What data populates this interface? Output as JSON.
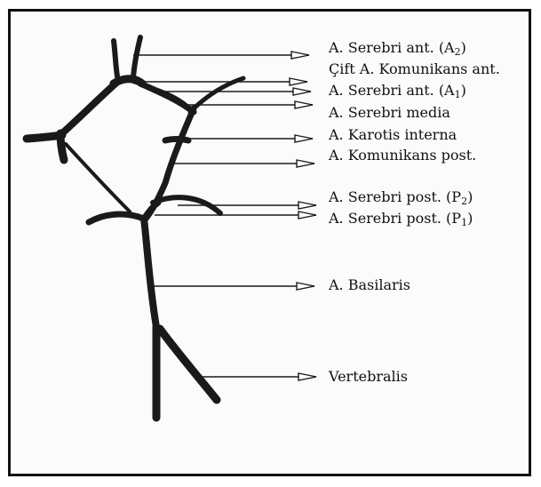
{
  "labels": {
    "serebri_ant_a2": {
      "text": "A. Serebri ant. (A",
      "sub": "2",
      "close": ")"
    },
    "cift_komunikans_ant": {
      "text": "Çift A. Komunikans ant."
    },
    "serebri_ant_a1": {
      "text": "A. Serebri ant. (A",
      "sub": "1",
      "close": ")"
    },
    "serebri_media": {
      "text": "A. Serebri media"
    },
    "karotis_interna": {
      "text": "A. Karotis interna"
    },
    "komunikans_post": {
      "text": "A. Komunikans post."
    },
    "serebri_post_p2": {
      "text": "A. Serebri post. (P",
      "sub": "2",
      "close": ")"
    },
    "serebri_post_p1": {
      "text": "A. Serebri post. (P",
      "sub": "1",
      "close": ")"
    },
    "basilaris": {
      "text": "A. Basilaris"
    },
    "vertebralis": {
      "text": "Vertebralis"
    }
  },
  "colors": {
    "vessel": "#1a1a1a",
    "pointer": "#1a1a1a",
    "frame": "#111111"
  }
}
